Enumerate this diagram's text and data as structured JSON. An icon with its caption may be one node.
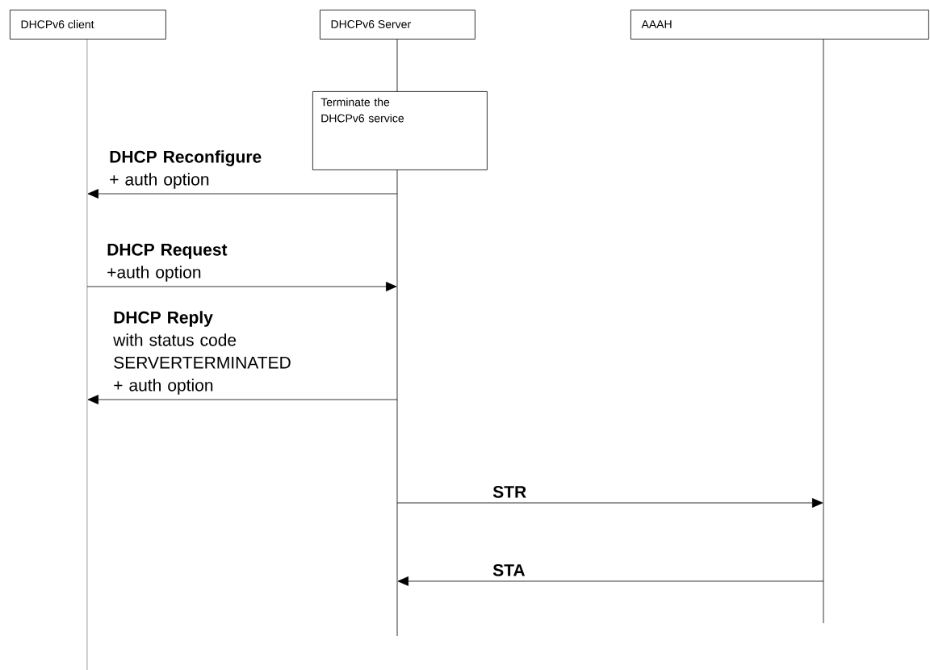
{
  "diagram": {
    "nodes": [
      {
        "text": [
          "DHCPv6 client"
        ]
      },
      {
        "text": [
          "DHCPv6 Server"
        ]
      },
      {
        "text": [
          "AAAH"
        ]
      },
      {
        "text": [
          "Terminate the DHCPv6 service"
        ]
      }
    ],
    "edges": [
      {
        "from": 1,
        "to": 0,
        "arrow": "to",
        "label": "**DHCP Reconfigure** + auth option"
      },
      {
        "from": 0,
        "to": 1,
        "arrow": "to",
        "label": "**DHCP Request** +auth option"
      },
      {
        "from": 1,
        "to": 0,
        "arrow": "to",
        "label": "**DHCP Reply** with status code SERVERTERMINATED + auth option"
      },
      {
        "from": 1,
        "to": 2,
        "arrow": "to",
        "label": "**STR**"
      },
      {
        "from": 2,
        "to": 1,
        "arrow": "to",
        "label": "**STA**"
      }
    ]
  }
}
